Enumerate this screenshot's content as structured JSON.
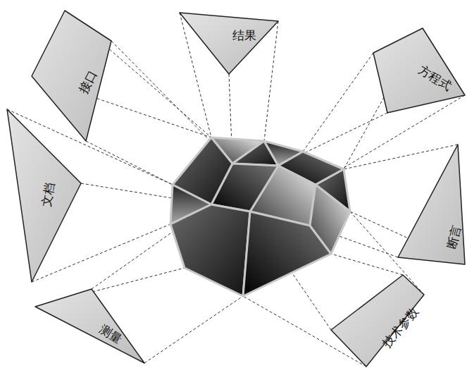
{
  "diagram": {
    "nodes": [
      {
        "text": [
          "接口"
        ]
      },
      {
        "text": [
          "结果"
        ]
      },
      {
        "text": [
          "方程式"
        ]
      },
      {
        "text": [
          "文档"
        ]
      },
      {
        "text": [
          "断言"
        ]
      },
      {
        "text": [
          "测量"
        ]
      },
      {
        "text": [
          "技术参数"
        ]
      }
    ]
  }
}
